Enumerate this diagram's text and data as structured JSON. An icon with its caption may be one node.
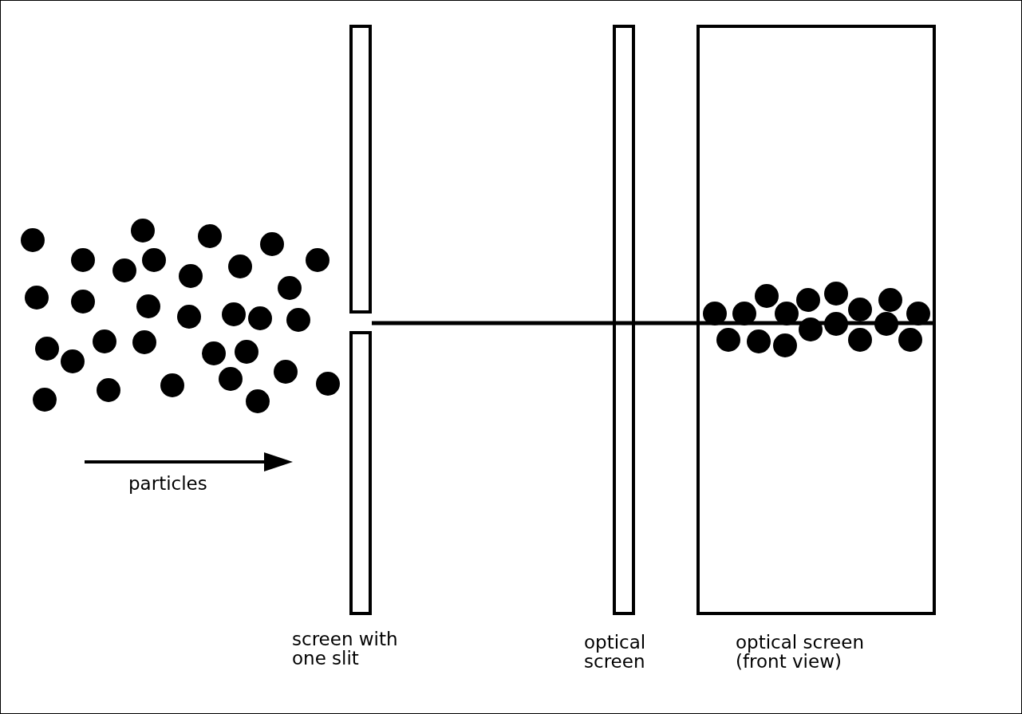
{
  "diagram": {
    "nodes": [
      {
        "text": [
          "screen with one slit"
        ]
      },
      {
        "text": [
          "optical screen"
        ]
      },
      {
        "text": [
          "optical screen (front view)"
        ]
      }
    ],
    "edges": [
      {
        "from": 0,
        "to": 1,
        "arrow": "none"
      },
      {
        "from": 1,
        "to": 2,
        "arrow": "none"
      }
    ],
    "labels": [
      "particles"
    ]
  }
}
